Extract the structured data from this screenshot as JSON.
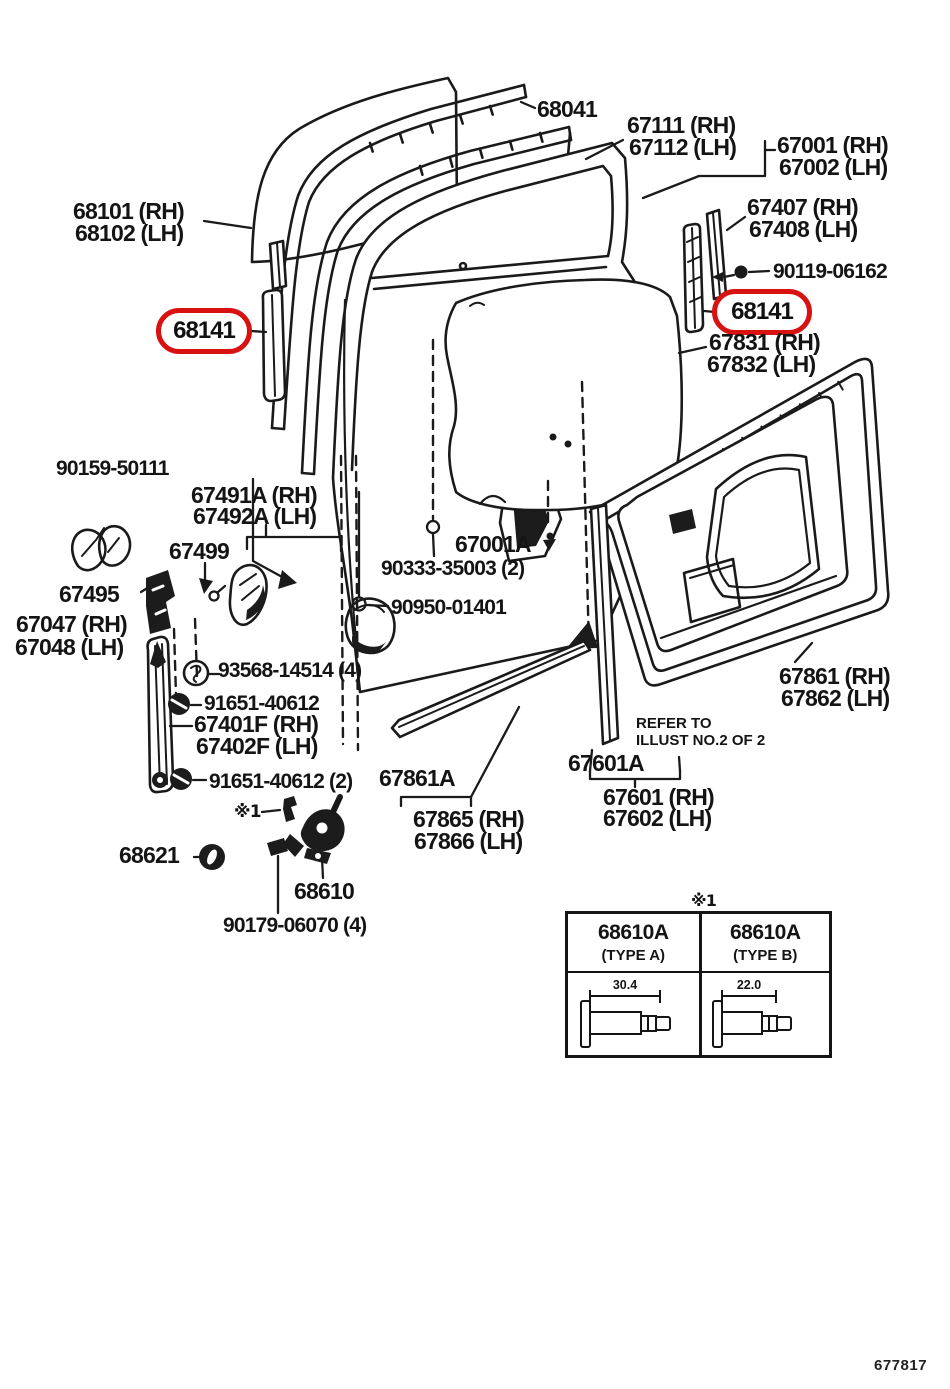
{
  "figure": {
    "doc_number": "677817",
    "ink_color": "#1a1a1a",
    "highlight_color": "#d81111",
    "footnote_mark": "※1"
  },
  "labels": {
    "p68041": "68041",
    "p67111": "67111 (RH)",
    "p67112": "67112 (LH)",
    "p67001": "67001 (RH)",
    "p67002": "67002 (LH)",
    "p68101": "68101 (RH)",
    "p68102": "68102 (LH)",
    "p67407": "67407 (RH)",
    "p67408": "67408 (LH)",
    "p90119": "90119-06162",
    "p68141_left": "68141",
    "p68141_right": "68141",
    "p67831": "67831 (RH)",
    "p67832": "67832 (LH)",
    "p90159": "90159-50111",
    "p67491a": "67491A (RH)",
    "p67492a": "67492A (LH)",
    "p67499": "67499",
    "p67495": "67495",
    "p67047": "67047 (RH)",
    "p67048": "67048 (LH)",
    "p67001a": "67001A",
    "p90333": "90333-35003 (2)",
    "p90950": "90950-01401",
    "p93568": "93568-14514 (4)",
    "p91651": "91651-40612",
    "p67401f": "67401F (RH)",
    "p67402f": "67402F (LH)",
    "p91651_2": "91651-40612 (2)",
    "note1_mark": "※1",
    "p68621": "68621",
    "p68610": "68610",
    "p90179": "90179-06070 (4)",
    "p67861a": "67861A",
    "p67865": "67865 (RH)",
    "p67866": "67866 (LH)",
    "p67861": "67861 (RH)",
    "p67862": "67862 (LH)",
    "refer_line1": "REFER TO",
    "refer_line2": "ILLUST NO.2 OF 2",
    "p67601a": "67601A",
    "p67601": "67601 (RH)",
    "p67602": "67602 (LH)"
  },
  "variant_table": {
    "footnote_mark": "※1",
    "cells": [
      {
        "part_no": "68610A",
        "type_label": "(TYPE A)",
        "length_mm": "30.4"
      },
      {
        "part_no": "68610A",
        "type_label": "(TYPE B)",
        "length_mm": "22.0"
      }
    ]
  }
}
